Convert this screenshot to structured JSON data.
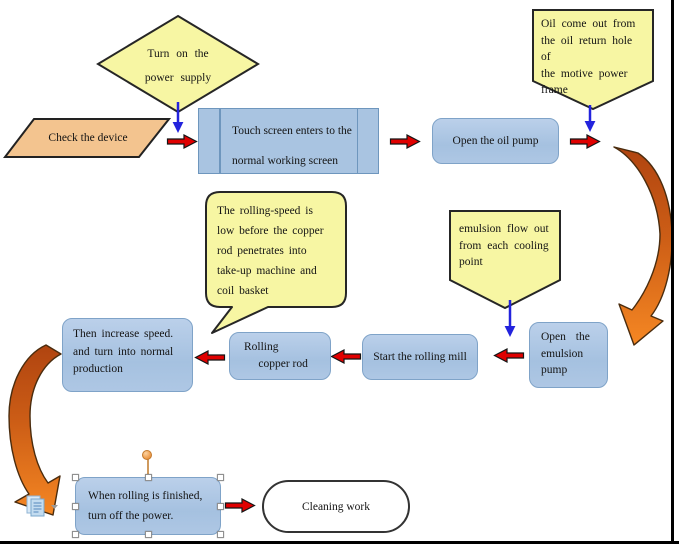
{
  "canvas": {
    "background": "#ffffff"
  },
  "palette": {
    "note_fill": "#f7f6a3",
    "note_border": "#262626",
    "process_fill": "#aec8e4",
    "process_border": "#7fa3c8",
    "predefined_fill": "#a9c4e1",
    "predefined_border": "#6e96bd",
    "input_fill": "#f3c48f",
    "input_border": "#222222",
    "red_connector": "#e00000",
    "blue_connector": "#2323dd",
    "curve_arrow_dark": "#b04410",
    "curve_arrow_light": "#f58723",
    "terminator_fill": "#ffffff",
    "terminator_border": "#333333",
    "selection_handle_fill": "#ffffff",
    "rotation_handle_fill": "#f0a050",
    "page_border": "#000000"
  },
  "nodes": {
    "turn_on_power": "Turn on the\npower supply",
    "check_device": "Check the device",
    "touch_screen": "Touch screen enters to the\nnormal working screen",
    "open_oil_pump": "Open the oil pump",
    "oil_note": "Oil come out from\nthe oil return hole of\nthe motive power\nframe",
    "emulsion_note": "emulsion flow out\nfrom each cooling\npoint",
    "open_emulsion_pump": "Open the\nemulsion\npump",
    "start_rolling_mill": "Start the rolling mill",
    "rolling_copper_rod": "Rolling\n     copper rod",
    "speed_note": "The rolling-speed is\nlow before the copper\nrod penetrates into\ntake-up machine and\ncoil basket",
    "increase_speed": "Then increase speed.\nand turn into normal\nproduction",
    "finish_power_off": "When rolling is finished,\nturn off the power.",
    "cleaning_work": "Cleaning work"
  }
}
